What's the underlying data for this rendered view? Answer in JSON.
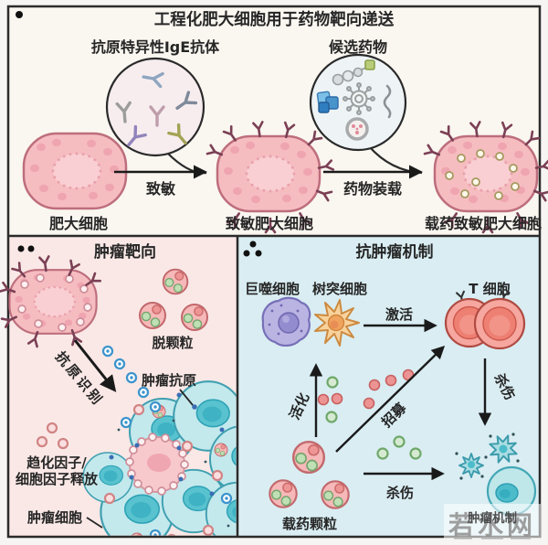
{
  "top": {
    "title": "工程化肥大细胞用于药物靶向递送",
    "antibody_label": "抗原特异性IgE抗体",
    "drug_label": "候选药物",
    "mast_cell": "肥大细胞",
    "sensitize": "致敏",
    "sensitized_mast_cell": "致敏肥大细胞",
    "drug_loading": "药物装载",
    "loaded_mast_cell": "载药致敏肥大细胞"
  },
  "tumor_targeting": {
    "title": "肿瘤靶向",
    "degranulation": "脱颗粒",
    "antigen_recognition": "抗原识别",
    "tumor_antigen": "肿瘤抗原",
    "chemokine_release_line1": "趋化因子/",
    "chemokine_release_line2": "细胞因子释放",
    "tumor_cell": "肿瘤细胞"
  },
  "antitumor": {
    "title": "抗肿瘤机制",
    "macrophage": "巨噬细胞",
    "dendritic_cell": "树突细胞",
    "activate": "激活",
    "t_cell": "T 细胞",
    "activation": "活化",
    "recruit": "招募",
    "kill_t": "杀伤",
    "kill_granule": "杀伤",
    "drug_granules": "载药颗粒"
  },
  "watermark": {
    "large": "若水网",
    "small": "肿瘤机制"
  },
  "colors": {
    "panel_top_bg": "#faf6f0",
    "panel_left_bg": "#f9e8e6",
    "panel_right_bg": "#d9edf2",
    "border": "#2b2b2b",
    "text": "#262626",
    "mast_fill": "#f6bdc1",
    "mast_stroke": "#bd6e7c",
    "receptor": "#7b4055",
    "tumor_fill": "#c3e9ed",
    "tumor_stroke": "#3f9fb0",
    "macrophage_fill": "#bab4e3",
    "dendritic_fill": "#f8d29c",
    "tcell_fill": "#f6a79f",
    "granule_fill": "#f6b8b8",
    "green_dot": "#bfdfb5",
    "red_dot": "#ec9494",
    "blue_antigen": "#3d94cc"
  }
}
